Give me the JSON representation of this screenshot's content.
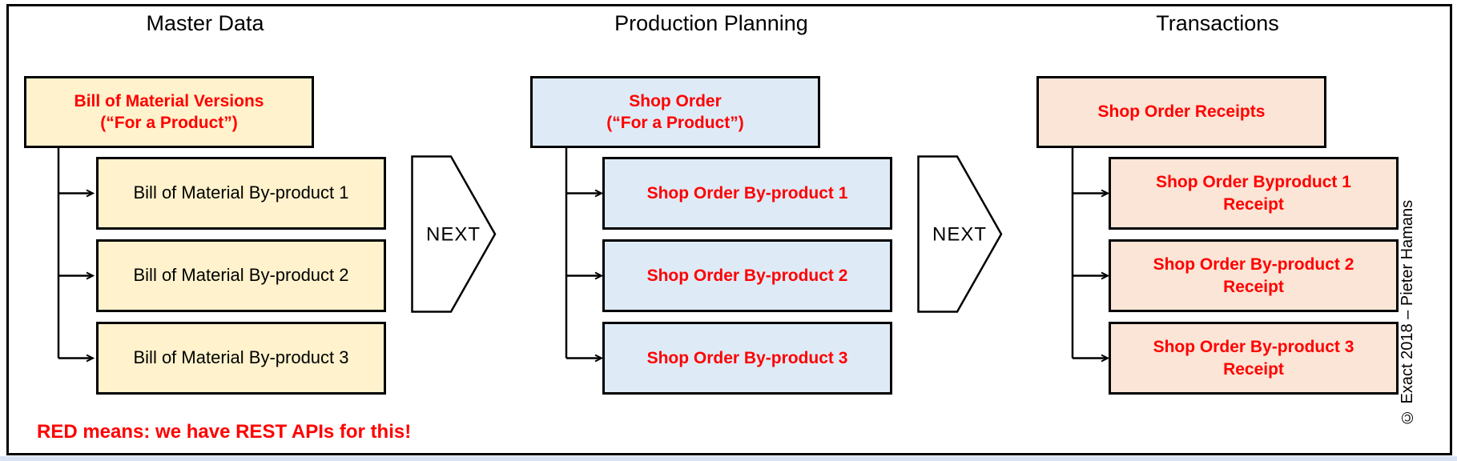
{
  "titles": {
    "master": "Master Data",
    "planning": "Production Planning",
    "transactions": "Transactions"
  },
  "columns": [
    {
      "title": "Master Data",
      "parent": {
        "line1": "Bill of Material Versions",
        "line2": "(“For a Product”)"
      },
      "children": [
        {
          "line1": "Bill of Material By-product 1"
        },
        {
          "line1": "Bill of Material By-product 2"
        },
        {
          "line1": "Bill of Material By-product 3"
        }
      ]
    },
    {
      "title": "Production Planning",
      "parent": {
        "line1": "Shop Order",
        "line2": "(“For a Product”)"
      },
      "children": [
        {
          "line1": "Shop Order By-product 1"
        },
        {
          "line1": "Shop Order By-product 2"
        },
        {
          "line1": "Shop Order By-product 3"
        }
      ]
    },
    {
      "title": "Transactions",
      "parent": {
        "line1": "Shop Order Receipts"
      },
      "children": [
        {
          "line1": "Shop Order Byproduct 1",
          "line2": "Receipt"
        },
        {
          "line1": "Shop Order By-product 2",
          "line2": "Receipt"
        },
        {
          "line1": "Shop Order By-product 3",
          "line2": "Receipt"
        }
      ]
    }
  ],
  "next_label": "NEXT",
  "note": "RED means: we have REST APIs for this!",
  "copyright": "© Exact 2018 – Pieter Hamans",
  "colors": {
    "master_fill": "#FFF2CC",
    "planning_fill": "#DEEBF7",
    "transactions_fill": "#FBE5D6",
    "api_text": "#FF0000",
    "line": "#000000"
  }
}
